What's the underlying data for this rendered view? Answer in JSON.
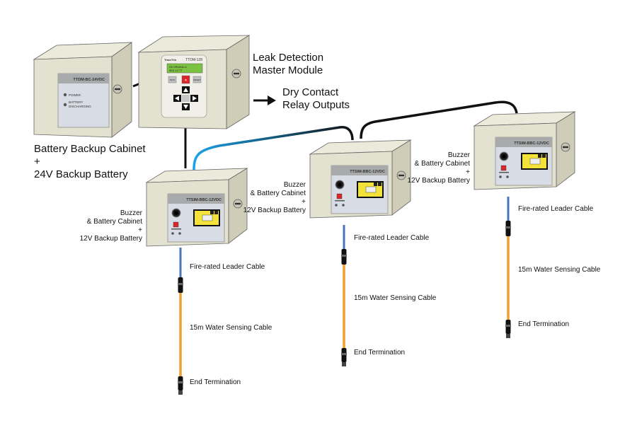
{
  "master_module": {
    "label_line1": "Leak Detection",
    "label_line2": "Master Module",
    "brand": "TraceTek",
    "model": "TTDM-128",
    "display_line1": "OK ORSANLLA",
    "display_line2": "SEN 1/1 TT",
    "button_left": "TEST",
    "button_center": "✕",
    "button_right": "RESET"
  },
  "relay_outputs": {
    "label_line1": "Dry Contact",
    "label_line2": "Relay Outputs"
  },
  "battery_cabinet": {
    "model": "TTDM-BC-24VDC",
    "indicator1": "POWER",
    "indicator2_line1": "BATTERY",
    "indicator2_line2": "DISCHARGING",
    "label_line1": "Battery Backup Cabinet",
    "label_line2": "+",
    "label_line3": "24V Backup Battery"
  },
  "sensor_units": [
    {
      "model": "TTSIM-BBC-12VDC",
      "label_line1": "Buzzer",
      "label_line2": "& Battery Cabinet",
      "label_line3": "+",
      "label_line4": "12V Backup Battery",
      "leader_cable": "Fire-rated Leader Cable",
      "sensing_cable": "15m Water Sensing Cable",
      "termination": "End Termination"
    },
    {
      "model": "TTSIM-BBC-12VDC",
      "label_line1": "Buzzer",
      "label_line2": "& Battery Cabinet",
      "label_line3": "+",
      "label_line4": "12V Backup Battery",
      "leader_cable": "Fire-rated Leader Cable",
      "sensing_cable": "15m Water Sensing Cable",
      "termination": "End Termination"
    },
    {
      "model": "TTSIM-BBC-12VDC",
      "label_line1": "Buzzer",
      "label_line2": "& Battery Cabinet",
      "label_line3": "+",
      "label_line4": "12V Backup Battery",
      "leader_cable": "Fire-rated Leader Cable",
      "sensing_cable": "15m Water Sensing Cable",
      "termination": "End Termination"
    }
  ],
  "colors": {
    "cabinet_face": "#e3e1cf",
    "cabinet_side": "#cfccb8",
    "cabinet_top": "#eceada",
    "panel": "#d8dce4",
    "panel_header": "#a9aaac",
    "leader_cable": "#4a73b8",
    "sensing_cable": "#f0a030",
    "network_cable": "#111111",
    "lcd": "#7cc142",
    "display_yellow": "#f2e23a",
    "alarm_red": "#d9262a"
  }
}
